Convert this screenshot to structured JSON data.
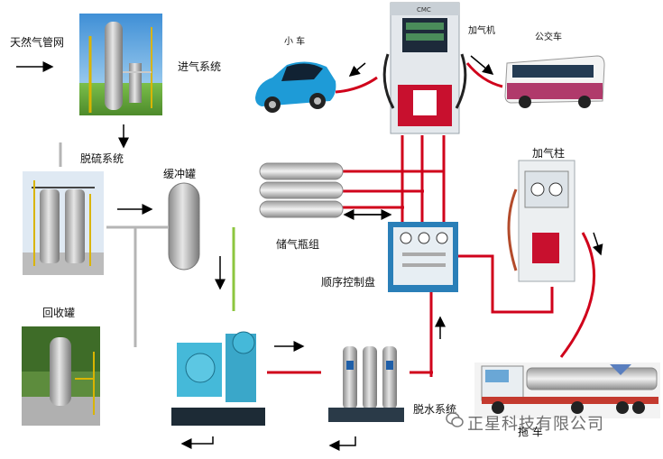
{
  "labels": {
    "pipeline": "天然气管网",
    "intake": "进气系统",
    "desulfur": "脱硫系统",
    "buffer": "缓冲罐",
    "recovery": "回收罐",
    "small_car": "小 车",
    "dispenser": "加气机",
    "bus": "公交车",
    "post": "加气柱",
    "storage": "储气瓶组",
    "control": "顺序控制盘",
    "dewater": "脱水系统",
    "trailer": "拖 车"
  },
  "devices": {
    "dispenser_brand": "CMC"
  },
  "watermark": {
    "text": "正星科技有限公司"
  },
  "colors": {
    "pipe_red": "#d0021b",
    "pipe_green": "#8dc63f",
    "pipe_gray": "#b5b5b5",
    "arrow": "#000000"
  }
}
